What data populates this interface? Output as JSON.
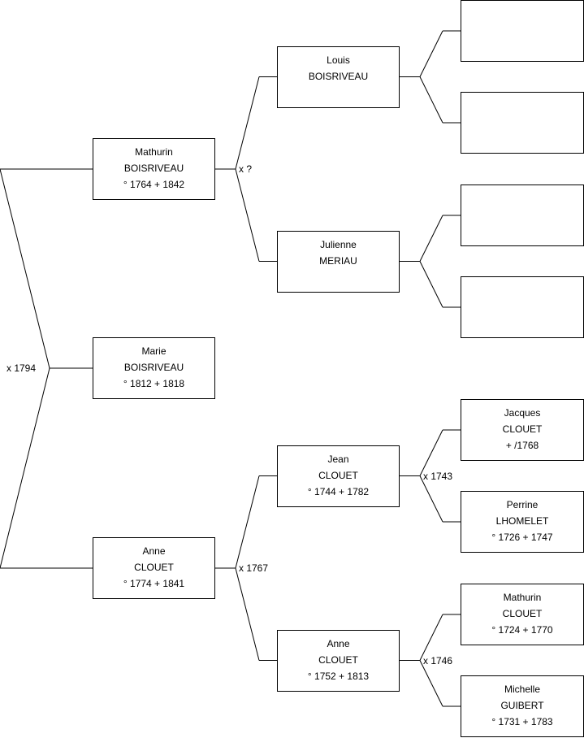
{
  "tree": {
    "root": {
      "person": {
        "first": "Marie",
        "last": "BOISRIVEAU",
        "dates": "° 1812 + 1818"
      },
      "parents_marriage": "x 1794",
      "father": {
        "person": {
          "first": "Mathurin",
          "last": "BOISRIVEAU",
          "dates": "° 1764 + 1842"
        },
        "parents_marriage": "x ?",
        "father": {
          "person": {
            "first": "Louis",
            "last": "BOISRIVEAU",
            "dates": ""
          },
          "parents_marriage": "",
          "father": {
            "person": {
              "first": "",
              "last": "",
              "dates": ""
            }
          },
          "mother": {
            "person": {
              "first": "",
              "last": "",
              "dates": ""
            }
          }
        },
        "mother": {
          "person": {
            "first": "Julienne",
            "last": "MERIAU",
            "dates": ""
          },
          "parents_marriage": "",
          "father": {
            "person": {
              "first": "",
              "last": "",
              "dates": ""
            }
          },
          "mother": {
            "person": {
              "first": "",
              "last": "",
              "dates": ""
            }
          }
        }
      },
      "mother": {
        "person": {
          "first": "Anne",
          "last": "CLOUET",
          "dates": "° 1774 + 1841"
        },
        "parents_marriage": "x 1767",
        "father": {
          "person": {
            "first": "Jean",
            "last": "CLOUET",
            "dates": "° 1744 + 1782"
          },
          "parents_marriage": "x 1743",
          "father": {
            "person": {
              "first": "Jacques",
              "last": "CLOUET",
              "dates": "+ /1768"
            }
          },
          "mother": {
            "person": {
              "first": "Perrine",
              "last": "LHOMELET",
              "dates": "° 1726 + 1747"
            }
          }
        },
        "mother": {
          "person": {
            "first": "Anne",
            "last": "CLOUET",
            "dates": "° 1752 + 1813"
          },
          "parents_marriage": "x 1746",
          "father": {
            "person": {
              "first": "Mathurin",
              "last": "CLOUET",
              "dates": "° 1724 + 1770"
            }
          },
          "mother": {
            "person": {
              "first": "Michelle",
              "last": "GUIBERT",
              "dates": "° 1731 + 1783"
            }
          }
        }
      }
    }
  }
}
